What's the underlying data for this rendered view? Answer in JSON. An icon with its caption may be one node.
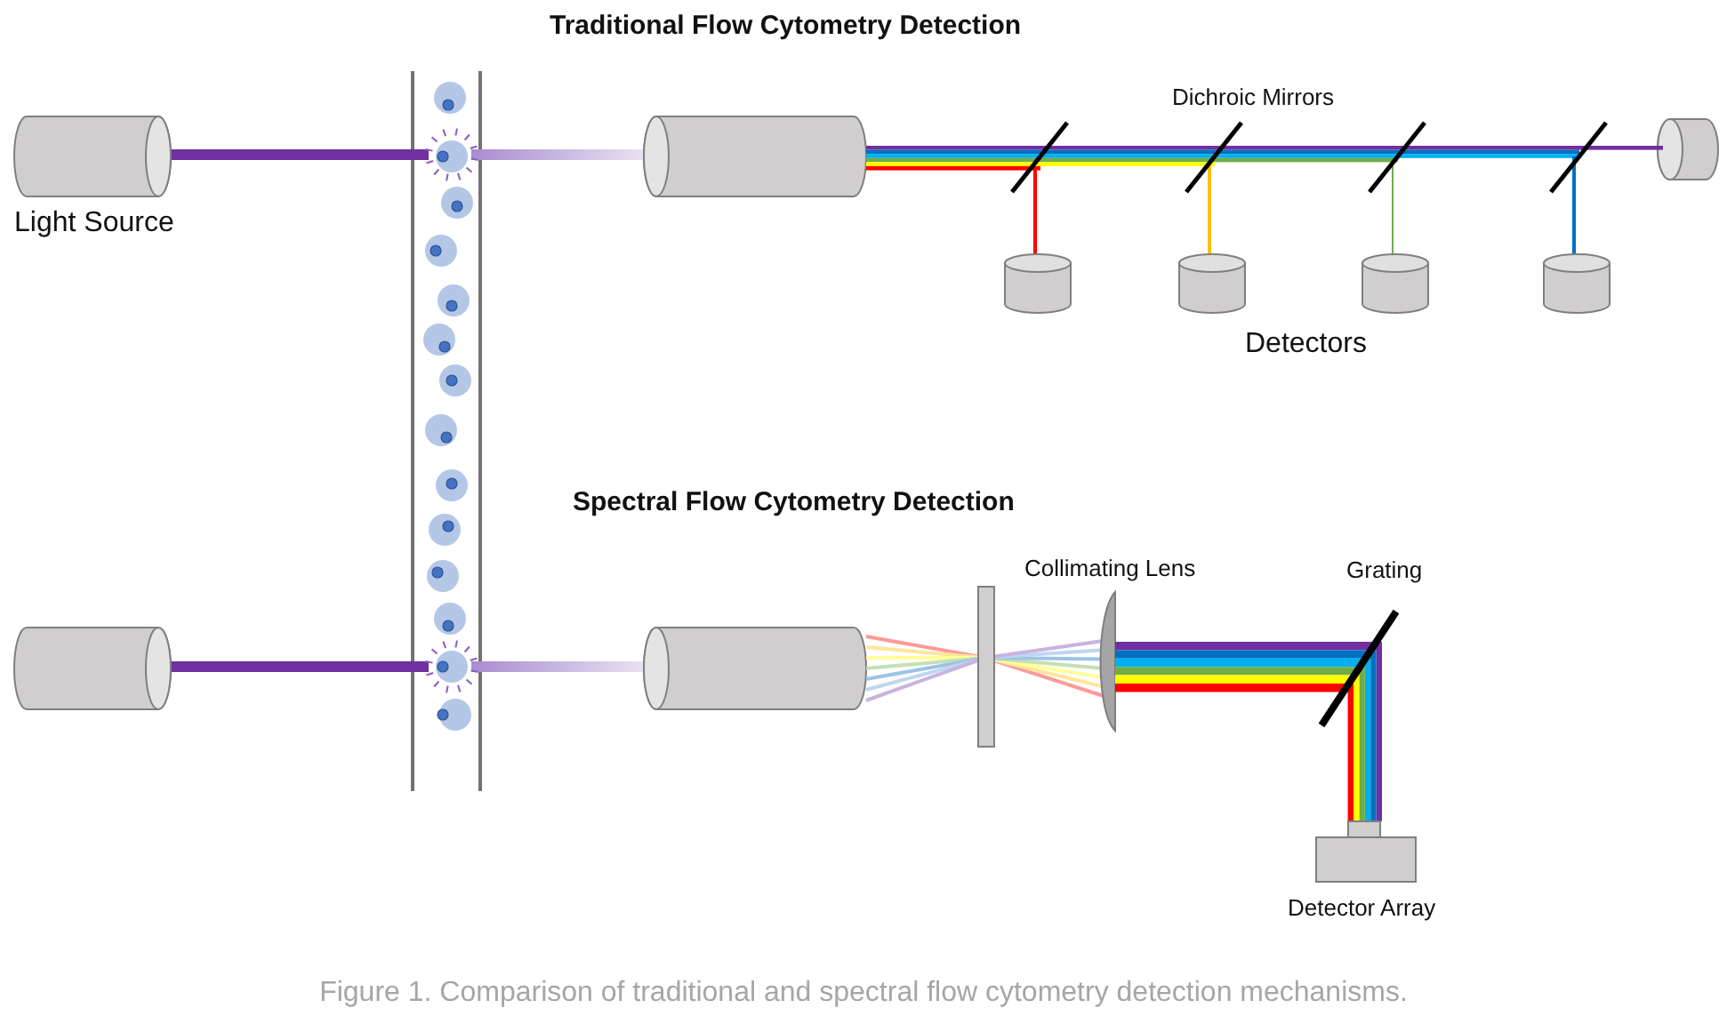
{
  "diagram": {
    "caption": "Figure 1. Comparison of traditional and spectral flow cytometry detection mechanisms.",
    "labels": [
      "Traditional Flow Cytometry Detection",
      "Dichroic Mirrors",
      "Light Source",
      "Detectors",
      "Spectral Flow Cytometry Detection",
      "Collimating Lens",
      "Grating",
      "Detector Array"
    ]
  }
}
